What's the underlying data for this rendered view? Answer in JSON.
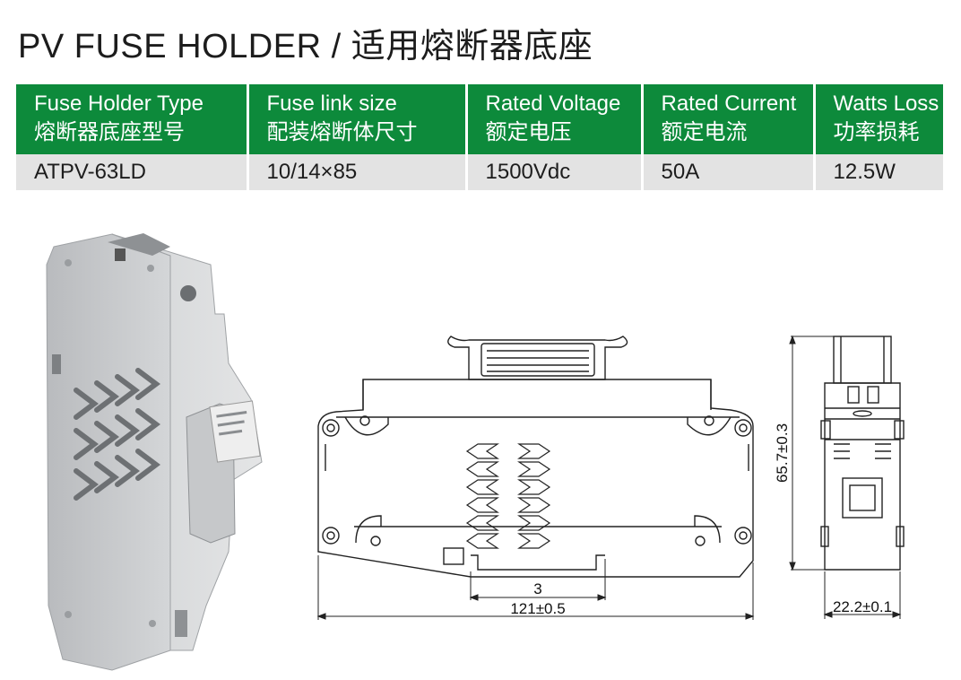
{
  "title": "PV FUSE HOLDER / 适用熔断器底座",
  "table": {
    "headers": [
      {
        "en": "Fuse Holder Type",
        "cn": "熔断器底座型号"
      },
      {
        "en": "Fuse link size",
        "cn": "配装熔断体尺寸"
      },
      {
        "en": "Rated Voltage",
        "cn": "额定电压"
      },
      {
        "en": "Rated Current",
        "cn": "额定电流"
      },
      {
        "en": "Watts Loss",
        "cn": "功率损耗"
      }
    ],
    "row": [
      "ATPV-63LD",
      "10/14×85",
      "1500Vdc",
      "50A",
      "12.5W"
    ]
  },
  "dimensions": {
    "slot": "3",
    "width": "121±0.5",
    "height": "65.7±0.3",
    "depth": "22.2±0.1"
  },
  "colors": {
    "header_green": "#0d8a3b",
    "row_gray": "#e3e3e3"
  }
}
